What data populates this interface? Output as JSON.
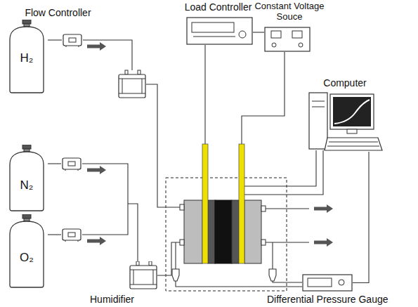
{
  "diagram": {
    "nodes": [
      {
        "text": [
          "Flow Controller"
        ]
      },
      {
        "text": [
          "H₂"
        ]
      },
      {
        "text": [
          "N₂"
        ]
      },
      {
        "text": [
          "O₂"
        ]
      },
      {
        "text": [
          "Load Controller"
        ]
      },
      {
        "text": [
          "Constant Voltage Souce"
        ]
      },
      {
        "text": [
          "Computer"
        ]
      },
      {
        "text": [
          "Humidifier"
        ]
      },
      {
        "text": [
          "Differential Pressure Gauge"
        ]
      }
    ],
    "edges": [
      {
        "from": 1,
        "to": 0,
        "arrow": "none"
      },
      {
        "from": 8,
        "to": 6,
        "arrow": "none"
      }
    ]
  }
}
